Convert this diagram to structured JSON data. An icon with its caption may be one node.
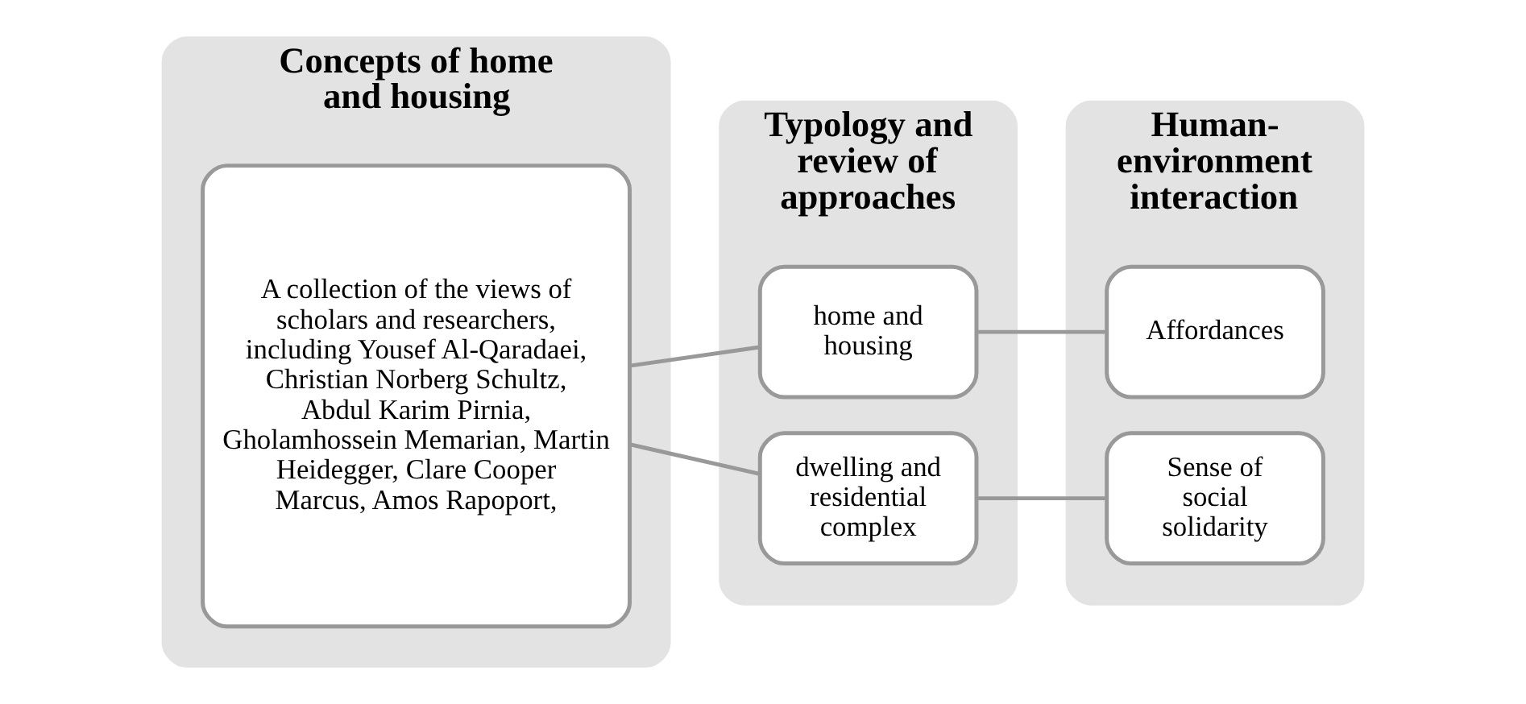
{
  "diagram": {
    "nodes": [
      {
        "text": [
          "Concepts of home and housing"
        ]
      },
      {
        "text": [
          "A collection of the views of scholars and researchers, including Yousef Al-Qaradaei, Christian Norberg Schultz, Abdul Karim Pirnia, Gholamhossein Memarian, Martin Heidegger, Clare Cooper Marcus, Amos Rapoport,"
        ],
        "in": 0
      },
      {
        "text": [
          "Typology and review of approaches"
        ]
      },
      {
        "text": [
          "home and housing"
        ],
        "in": 2
      },
      {
        "text": [
          "dwelling and residential complex"
        ],
        "in": 2
      },
      {
        "text": [
          "Human-environment interaction"
        ]
      },
      {
        "text": [
          "Affordances"
        ],
        "in": 5
      },
      {
        "text": [
          "Sense of social solidarity"
        ],
        "in": 5
      }
    ],
    "edges": [
      {
        "from": 1,
        "to": 3,
        "arrow": "none"
      },
      {
        "from": 1,
        "to": 4,
        "arrow": "none"
      },
      {
        "from": 3,
        "to": 6,
        "arrow": "none"
      },
      {
        "from": 4,
        "to": 7,
        "arrow": "none"
      }
    ]
  }
}
